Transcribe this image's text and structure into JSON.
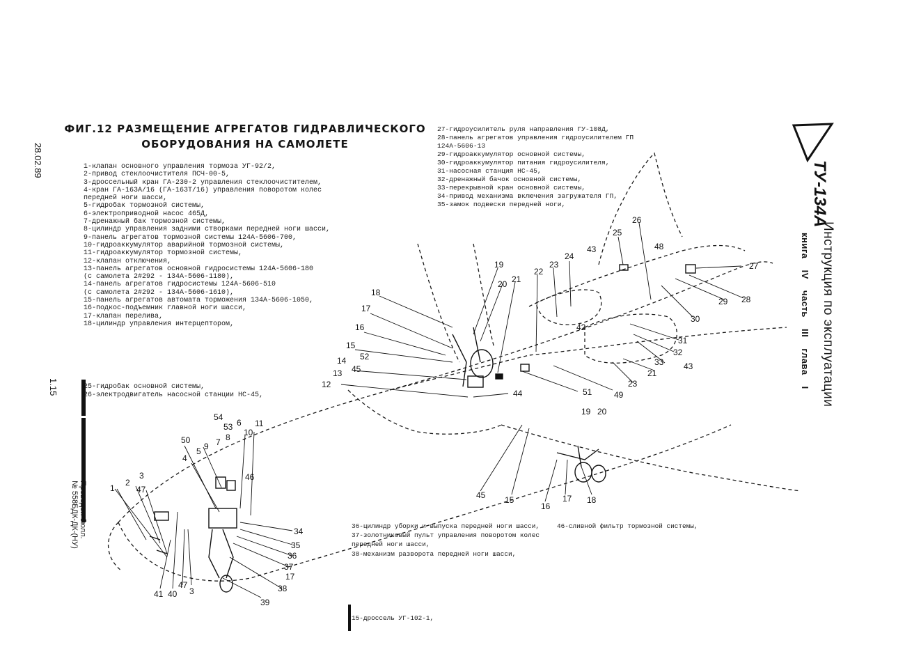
{
  "title": {
    "line1": "ФИГ.12 РАЗМЕЩЕНИЕ АГРЕГАТОВ ГИДРАВЛИЧЕСКОГО",
    "line2": "ОБОРУДОВАНИЯ НА САМОЛЕТЕ"
  },
  "logo_text": "ТУ-134А",
  "manual": {
    "title": "Инструкция по эксплуатации",
    "subtitle": "книга IV часть III глава I"
  },
  "side_notes": {
    "date": "28.02.89",
    "page": "1.15",
    "stamp_line1": "Проведен бюлл.",
    "stamp_line2": "№ 558БДК-ДК-(НУ)"
  },
  "legend_left": [
    "1-клапан основного управления тормоза УГ-92/2,",
    "2-привод стеклоочистителя ПСЧ-00-5,",
    "3-дроссельный кран ГА-230-2 управления стеклоочистителем,",
    "4-кран ГА-163А/16 (ГА-163Т/16) управления поворотом колес",
    "   передней ноги шасси,",
    "5-гидробак тормозной системы,",
    "6-электроприводной насос 465Д,",
    "7-дренажный бак тормозной системы,",
    "8-цилиндр управления задними створками передней ноги шасси,",
    "9-панель агрегатов тормозной системы 124А-5606-700,",
    "10-гидроаккумулятор аварийной тормозной системы,",
    "11-гидроаккумулятор тормозной системы,",
    "12-клапан отключения,",
    "13-панель агрегатов основной гидросистемы 124А-5606-180",
    "   (с самолета 2#292 - 134А-5606-1180),",
    "14-панель агрегатов гидросистемы 124А-5606-510",
    "   (с самолета 2#292 - 134А-5606-1610),",
    "15-панель агрегатов автомата торможения 134А-5606-1050,",
    "16-подкос-подъемник главной ноги шасси,",
    "17-клапан перелива,",
    "18-цилиндр управления интерцептором,",
    "",
    "",
    "",
    "",
    "",
    "",
    "",
    "25-гидробак основной системы,",
    "26-электродвигатель насосной станции НС-45,"
  ],
  "legend_top_right": [
    "27-гидроусилитель руля направления ГУ-108Д,",
    "28-панель агрегатов управления гидроусилителем ГП",
    "   124А-5606-13",
    "29-гидроаккумулятор основной системы,",
    "30-гидроаккумулятор питания гидроусилителя,",
    "31-насосная станция НС-45,",
    "32-дренажный бачок основной системы,",
    "33-перекрывной кран основной системы,",
    "34-привод механизма включения загружателя ГП,",
    "35-замок подвески передней ноги,"
  ],
  "legend_bottom_mid": [
    "36-цилиндр уборки и выпуска передней ноги шасси,",
    "37-золотниковый пульт управления поворотом колес",
    "   передней ноги шасси,",
    "38-механизм разворота передней ноги шасси,",
    "",
    "",
    "",
    "",
    "",
    "",
    "15-дроссель УГ-102-1,"
  ],
  "legend_bottom_right": [
    "46-сливной фильтр тормозной системы,",
    "",
    "",
    "",
    "",
    "",
    "",
    "",
    "",
    "",
    ""
  ],
  "callouts": [
    "18",
    "17",
    "16",
    "15",
    "52",
    "14",
    "45",
    "13",
    "12",
    "19",
    "20",
    "21",
    "22",
    "23",
    "24",
    "43",
    "25",
    "26",
    "48",
    "27",
    "29",
    "28",
    "30",
    "42",
    "31",
    "32",
    "43",
    "33",
    "21",
    "23",
    "49",
    "51",
    "44",
    "19",
    "20",
    "45",
    "15",
    "16",
    "17",
    "18",
    "54",
    "53",
    "6",
    "11",
    "8",
    "7",
    "10",
    "50",
    "9",
    "5",
    "4",
    "46",
    "3",
    "2",
    "47",
    "1",
    "34",
    "35",
    "36",
    "37",
    "17",
    "38",
    "39",
    "41",
    "40",
    "47",
    "3"
  ]
}
